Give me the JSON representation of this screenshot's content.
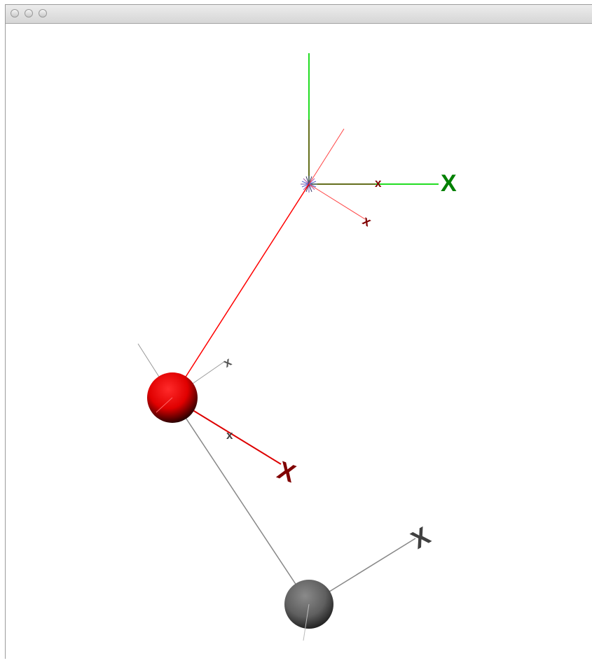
{
  "window": {
    "title": "",
    "buttons": [
      "close",
      "minimize",
      "zoom"
    ]
  },
  "scene": {
    "background": "#ffffff",
    "world_axis_label": "X",
    "world_axis_label_color": "#008000",
    "world_axis_color": "#00dd00",
    "red_frame_label": "X",
    "red_frame_color": "#800000",
    "gray_frame_label": "X",
    "gray_frame_color": "#404040",
    "minor_axis_label": "x",
    "red_link_color": "#ff0000",
    "gray_link_color": "#888888",
    "red_sphere_color": "#ff0000",
    "gray_sphere_color": "#777777"
  }
}
